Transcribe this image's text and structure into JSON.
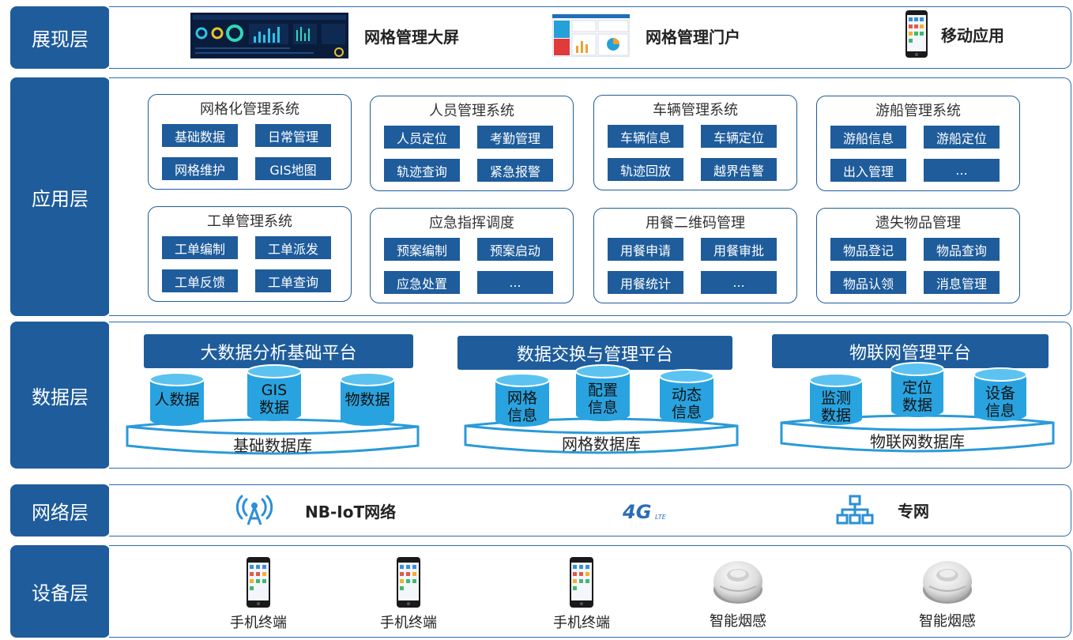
{
  "layers": {
    "display": "展现层",
    "application": "应用层",
    "data": "数据层",
    "network": "网络层",
    "device": "设备层"
  },
  "display_items": [
    {
      "label": "网格管理大屏",
      "icon": "dashboard-screenshot-icon"
    },
    {
      "label": "网格管理门户",
      "icon": "portal-screenshot-icon"
    },
    {
      "label": "移动应用",
      "icon": "smartphone-icon"
    }
  ],
  "apps": [
    {
      "title": "网格化管理系统",
      "buttons": [
        "基础数据",
        "日常管理",
        "网格维护",
        "GIS地图"
      ]
    },
    {
      "title": "人员管理系统",
      "buttons": [
        "人员定位",
        "考勤管理",
        "轨迹查询",
        "紧急报警"
      ]
    },
    {
      "title": "车辆管理系统",
      "buttons": [
        "车辆信息",
        "车辆定位",
        "轨迹回放",
        "越界告警"
      ]
    },
    {
      "title": "游船管理系统",
      "buttons": [
        "游船信息",
        "游船定位",
        "出入管理",
        "..."
      ]
    },
    {
      "title": "工单管理系统",
      "buttons": [
        "工单编制",
        "工单派发",
        "工单反馈",
        "工单查询"
      ]
    },
    {
      "title": "应急指挥调度",
      "buttons": [
        "预案编制",
        "预案启动",
        "应急处置",
        "..."
      ]
    },
    {
      "title": "用餐二维码管理",
      "buttons": [
        "用餐申请",
        "用餐审批",
        "用餐统计",
        "..."
      ]
    },
    {
      "title": "遗失物品管理",
      "buttons": [
        "物品登记",
        "物品查询",
        "物品认领",
        "消息管理"
      ]
    }
  ],
  "platforms": [
    {
      "title": "大数据分析基础平台",
      "cylinders": [
        [
          "人数据"
        ],
        [
          "GIS",
          "数据"
        ],
        [
          "物数据"
        ]
      ],
      "db": "基础数据库"
    },
    {
      "title": "数据交换与管理平台",
      "cylinders": [
        [
          "网格",
          "信息"
        ],
        [
          "配置",
          "信息"
        ],
        [
          "动态",
          "信息"
        ]
      ],
      "db": "网格数据库"
    },
    {
      "title": "物联网管理平台",
      "cylinders": [
        [
          "监测",
          "数据"
        ],
        [
          "定位",
          "数据"
        ],
        [
          "设备",
          "信息"
        ]
      ],
      "db": "物联网数据库"
    }
  ],
  "network_items": [
    {
      "label": "NB-IoT网络",
      "icon": "antenna-icon"
    },
    {
      "label": "",
      "icon": "4g-lte-icon",
      "logo_text": "4G LTE"
    },
    {
      "label": "专网",
      "icon": "network-topology-icon"
    }
  ],
  "devices": [
    {
      "label": "手机终端",
      "icon": "smartphone-icon"
    },
    {
      "label": "手机终端",
      "icon": "smartphone-icon"
    },
    {
      "label": "手机终端",
      "icon": "smartphone-icon"
    },
    {
      "label": "智能烟感",
      "icon": "smoke-detector-icon"
    },
    {
      "label": "智能烟感",
      "icon": "smoke-detector-icon"
    }
  ],
  "colors": {
    "primary": "#1e5c9c",
    "cylinder": "#29a3e0",
    "cylinder_top": "#5cc3f0",
    "icon_blue": "#2b8fd6"
  }
}
